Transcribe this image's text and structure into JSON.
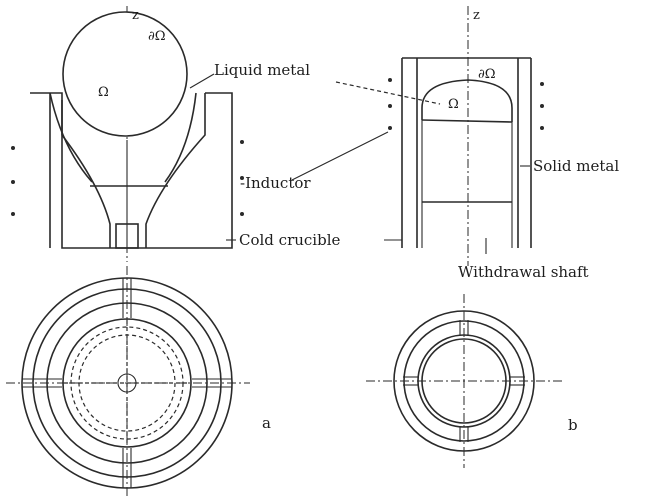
{
  "panel_a": {
    "axis_label": "z",
    "domain_symbol": "Ω",
    "boundary_symbol": "∂Ω",
    "liquid_metal_label": "Liquid metal",
    "inductor_label": "-Inductor",
    "crucible_label": "Cold crucible",
    "panel_letter": "a"
  },
  "panel_b": {
    "axis_label": "z",
    "domain_symbol": "Ω",
    "boundary_symbol": "∂Ω",
    "solid_metal_label": "Solid metal",
    "shaft_label": "Withdrawal shaft",
    "panel_letter": "b"
  }
}
